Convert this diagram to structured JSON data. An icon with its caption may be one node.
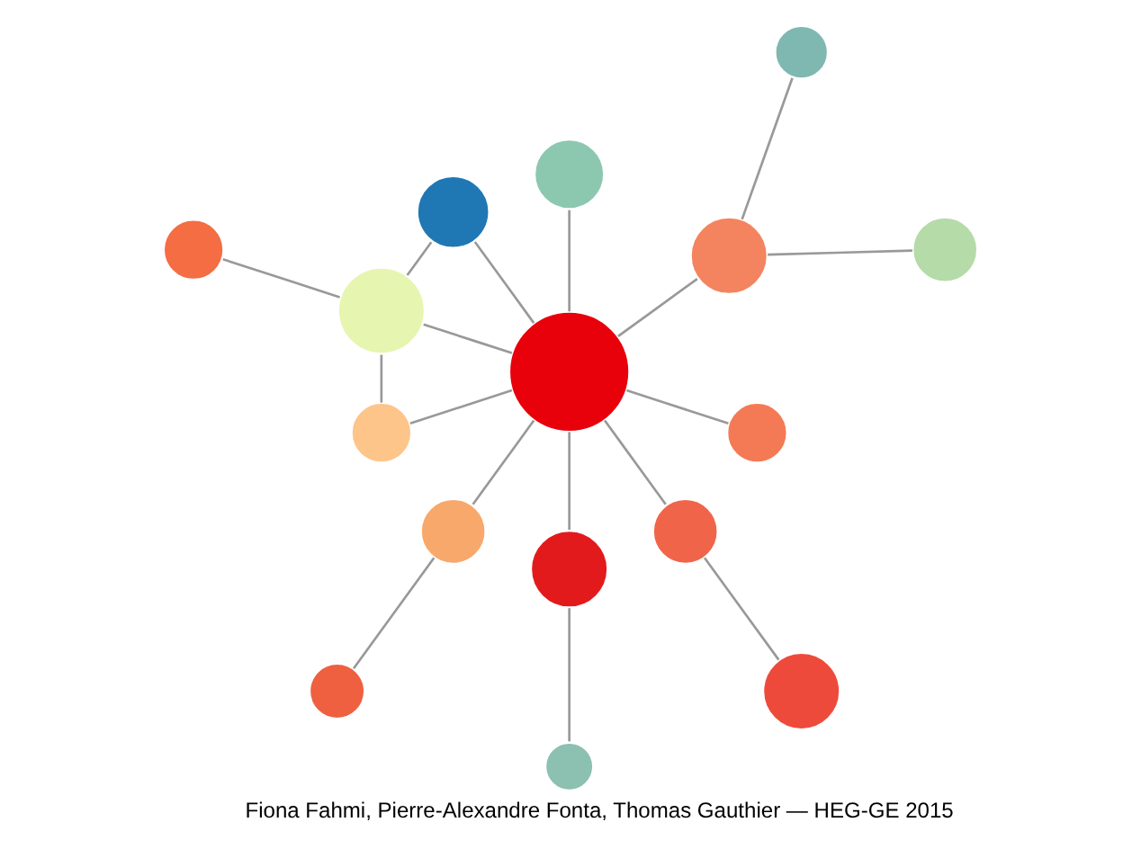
{
  "diagram": {
    "caption": "Fiona Fahmi, Pierre-Alexandre Fonta, Thomas Gauthier — HEG-GE 2015",
    "nodes": [
      {
        "text": [],
        "shape": "circle"
      },
      {
        "text": [],
        "shape": "circle"
      },
      {
        "text": [],
        "shape": "circle"
      },
      {
        "text": [],
        "shape": "circle"
      },
      {
        "text": [],
        "shape": "circle"
      },
      {
        "text": [],
        "shape": "circle"
      },
      {
        "text": [],
        "shape": "circle"
      },
      {
        "text": [],
        "shape": "circle"
      },
      {
        "text": [],
        "shape": "circle"
      },
      {
        "text": [],
        "shape": "circle"
      },
      {
        "text": [],
        "shape": "circle"
      },
      {
        "text": [],
        "shape": "circle"
      },
      {
        "text": [],
        "shape": "circle"
      },
      {
        "text": [],
        "shape": "circle"
      },
      {
        "text": [],
        "shape": "circle"
      },
      {
        "text": [],
        "shape": "circle"
      }
    ],
    "edges": [
      {
        "from": 0,
        "to": 1,
        "arrow": "none"
      },
      {
        "from": 0,
        "to": 2,
        "arrow": "none"
      },
      {
        "from": 0,
        "to": 3,
        "arrow": "none"
      },
      {
        "from": 0,
        "to": 4,
        "arrow": "none"
      },
      {
        "from": 0,
        "to": 5,
        "arrow": "none"
      },
      {
        "from": 0,
        "to": 7,
        "arrow": "none"
      },
      {
        "from": 0,
        "to": 10,
        "arrow": "none"
      },
      {
        "from": 0,
        "to": 11,
        "arrow": "none"
      },
      {
        "from": 0,
        "to": 8,
        "arrow": "none"
      },
      {
        "from": 1,
        "to": 12,
        "arrow": "none"
      },
      {
        "from": 5,
        "to": 4,
        "arrow": "none"
      },
      {
        "from": 6,
        "to": 4,
        "arrow": "none"
      },
      {
        "from": 3,
        "to": 4,
        "arrow": "none"
      },
      {
        "from": 10,
        "to": 9,
        "arrow": "none"
      },
      {
        "from": 1,
        "to": 13,
        "arrow": "none"
      },
      {
        "from": 7,
        "to": 14,
        "arrow": "none"
      },
      {
        "from": 8,
        "to": 15,
        "arrow": "none"
      }
    ]
  }
}
